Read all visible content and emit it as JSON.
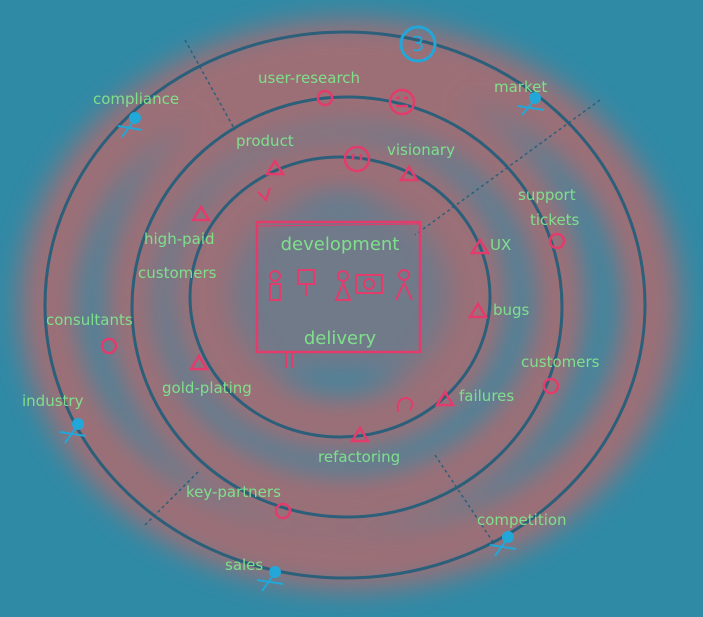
{
  "colors": {
    "background": "#2f8aa6",
    "glow": "#b06a6e",
    "ring": "#2b5f7a",
    "marker": "#e23b6c",
    "label": "#7fe08c",
    "actor": "#21a7d8",
    "badge": "#21a7d8"
  },
  "badge": "3",
  "center": {
    "top": "development",
    "bottom": "delivery"
  },
  "labels": {
    "compliance": "compliance",
    "user_research": "user-research",
    "market": "market",
    "product": "product",
    "visionary": "visionary",
    "support_tickets_1": "support",
    "support_tickets_2": "tickets",
    "high_paid_customers_1": "high-paid",
    "high_paid_customers_2": "customers",
    "ux": "UX",
    "consultants": "consultants",
    "bugs": "bugs",
    "customers": "customers",
    "gold_plating": "gold-plating",
    "industry": "industry",
    "failures": "failures",
    "refactoring": "refactoring",
    "key_partners": "key-partners",
    "competition": "competition",
    "sales": "sales"
  }
}
